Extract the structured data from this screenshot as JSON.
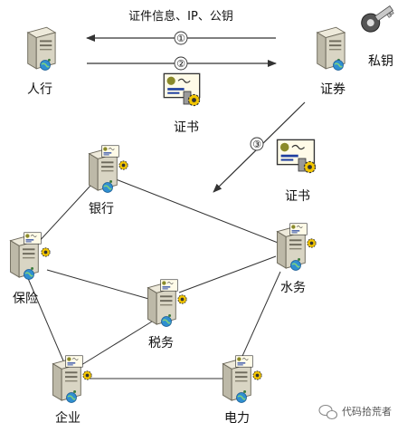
{
  "top_message": "证件信息、IP、公钥",
  "steps": [
    "①",
    "②",
    "③"
  ],
  "nodes": {
    "renhang": "人行",
    "zhengquan": "证券",
    "yinhang": "银行",
    "baoxian": "保险",
    "shuiwu_tax": "税务",
    "shuiwu_water": "水务",
    "qiye": "企业",
    "dianli": "电力"
  },
  "private_key": "私钥",
  "certificate_label": "证书",
  "watermark": "代码拾荒者",
  "colors": {
    "server_body": "#d9d5c4",
    "server_edge": "#6e6a5c",
    "globe": "#2f8fd1",
    "gear": "#f3c600",
    "cert_doc": "#fffbe8",
    "cert_seal": "#8a8a2a",
    "line": "#333333"
  }
}
